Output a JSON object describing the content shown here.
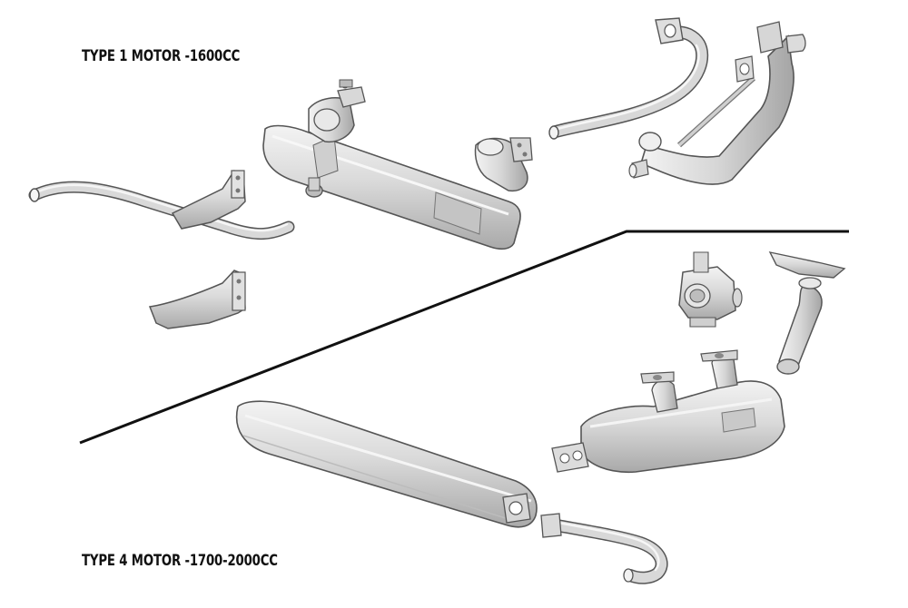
{
  "labels": {
    "type1": "TYPE 1 MOTOR -1600CC",
    "type4": "TYPE 4 MOTOR -1700-2000CC"
  },
  "colors": {
    "metal_fill": "#dcdcdc",
    "metal_light": "#f1f1f1",
    "metal_dark": "#9a9a9a",
    "outline": "#555555",
    "divider": "#111111"
  },
  "parts": {
    "type1": [
      "tailpipe",
      "muffler",
      "heat-exchanger-left",
      "heat-exchanger-right",
      "mounting-bracket-upper",
      "mounting-bracket-lower",
      "j-tube-pipe",
      "header-pipe"
    ],
    "type4": [
      "muffler-long",
      "muffler-compact",
      "inlet-pipe",
      "tailpipe-bent",
      "heater-box",
      "heater-hose-elbow"
    ]
  }
}
